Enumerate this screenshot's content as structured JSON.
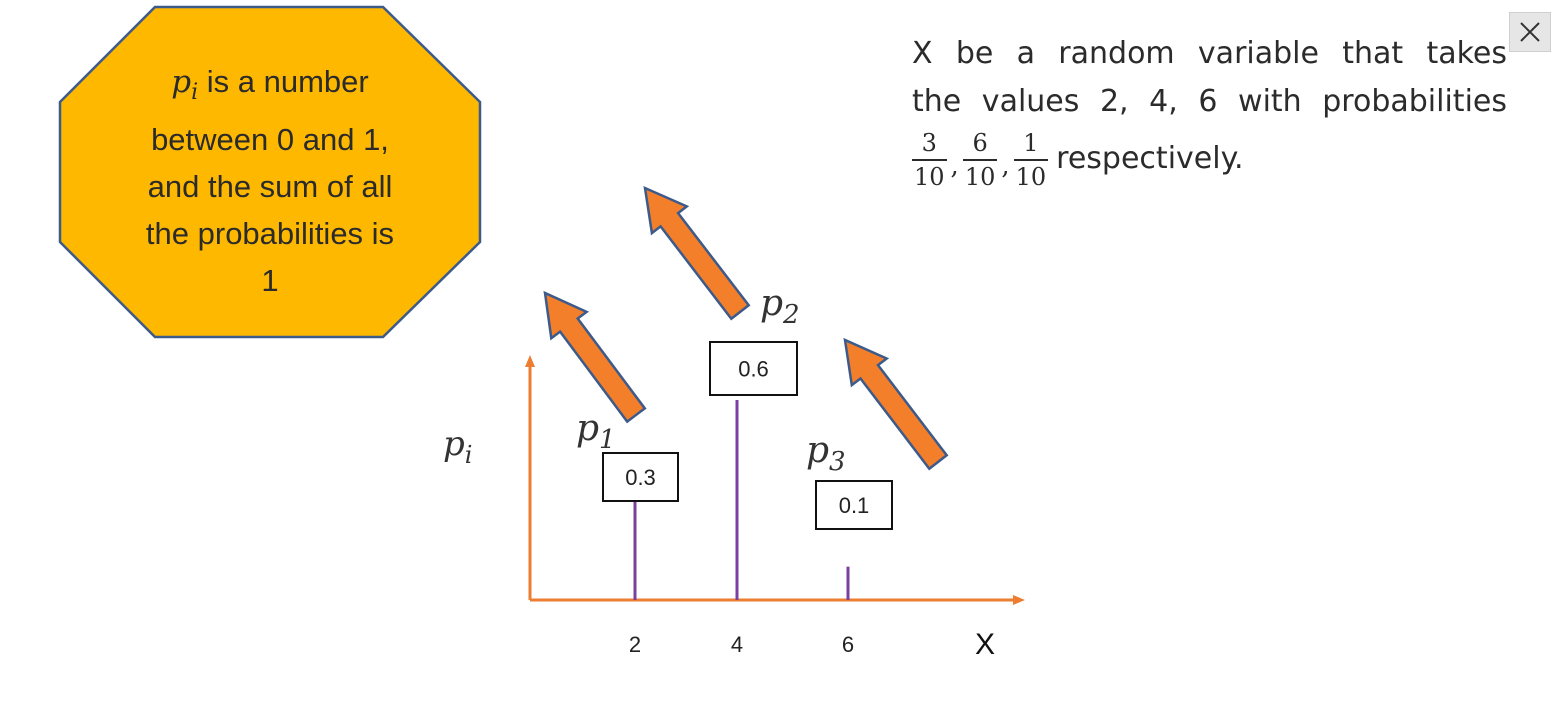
{
  "callout": {
    "symbol": "p",
    "subscript": "i",
    "line1": " is a number",
    "line2": "between 0 and 1,",
    "line3": "and the sum of all",
    "line4": "the probabilities is",
    "line5": "1"
  },
  "statement": {
    "line1": "X be a random variable that takes",
    "line2": "the values 2, 4, 6 with probabilities",
    "fractions": [
      {
        "num": "3",
        "den": "10"
      },
      {
        "num": "6",
        "den": "10"
      },
      {
        "num": "1",
        "den": "10"
      }
    ],
    "separator": ",",
    "tail": "respectively."
  },
  "chart_data": {
    "type": "bar",
    "categories": [
      "2",
      "4",
      "6"
    ],
    "values": [
      0.3,
      0.6,
      0.1
    ],
    "value_labels": [
      "0.3",
      "0.6",
      "0.1"
    ],
    "point_labels": [
      {
        "symbol": "p",
        "subscript": "1"
      },
      {
        "symbol": "p",
        "subscript": "2"
      },
      {
        "symbol": "p",
        "subscript": "3"
      }
    ],
    "xlabel": "X",
    "ylabel": {
      "symbol": "p",
      "subscript": "i"
    },
    "ylim": [
      0,
      0.8
    ],
    "grid": false,
    "colors": {
      "stem": "#7b3fa0",
      "axis": "#ed7d31",
      "arrow": "#f47f2a",
      "arrow_outline": "#3c5a8a"
    }
  },
  "colors": {
    "callout_fill": "#ffb800",
    "callout_border": "#3c5a8a"
  }
}
